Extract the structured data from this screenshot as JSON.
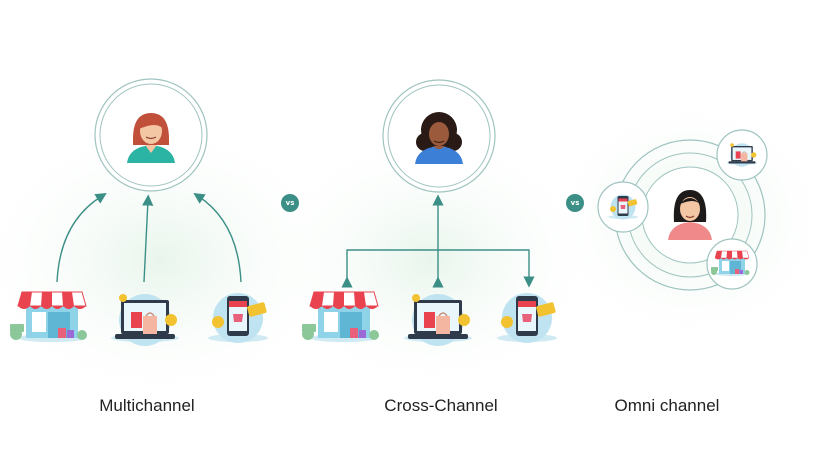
{
  "labels": {
    "multichannel": "Multichannel",
    "cross_channel": "Cross-Channel",
    "omni_channel": "Omni channel"
  },
  "vs": [
    "vs",
    "vs"
  ],
  "colors": {
    "teal": "#3b8f86",
    "ring": "#9fc4c0",
    "awning_red": "#e8434f",
    "store_blue": "#8fd3e8",
    "phone_dark": "#2f3a4a",
    "coin": "#f2c230",
    "bag_pink": "#e8607a"
  },
  "icons": [
    "store-icon",
    "laptop-shopping-icon",
    "mobile-shop-icon",
    "customer-avatar-icon",
    "arrow-icon"
  ]
}
